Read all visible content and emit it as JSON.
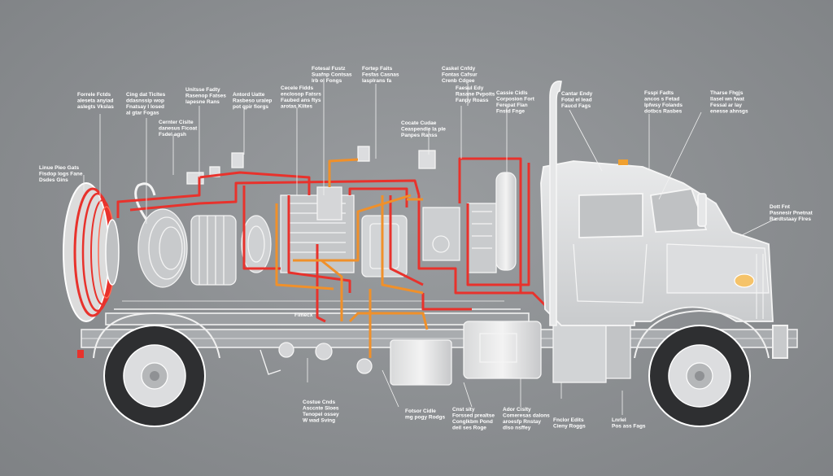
{
  "diagram": {
    "colors": {
      "background": "#8b8e91",
      "outline": "#f2f2f2",
      "red_line": "#e8322c",
      "orange_line": "#f0902a"
    },
    "callouts": [
      {
        "id": "c1",
        "lines": [
          "Forrele Fctds",
          "aleseta anyiad",
          "aslegts Vkslas"
        ]
      },
      {
        "id": "c2",
        "lines": [
          "Cing dat Ticltes",
          "ddasnssip wop",
          "Fnatsay l losed",
          "al gtar Fogas"
        ]
      },
      {
        "id": "c3",
        "lines": [
          "Unitsse Fadty",
          "Rasenop Fatses",
          "lapesne Rans"
        ]
      },
      {
        "id": "c4",
        "lines": [
          "Antord Uatte",
          "Rasbeso uralep",
          "pot qpir fiorgs"
        ]
      },
      {
        "id": "c5",
        "lines": [
          "Cecele Fidds",
          "enclosop Fatsrs",
          "Faubed ans ftys",
          "arotas Kiites"
        ]
      },
      {
        "id": "c6",
        "lines": [
          "Fotesal Fustz",
          "Suafnp Contsas",
          "lrb ol Fongs"
        ]
      },
      {
        "id": "c7",
        "lines": [
          "Fortep Faits",
          "Fesfas Casnas",
          "lasplrans fa"
        ]
      },
      {
        "id": "c8",
        "lines": [
          "Caskel Cnfdy",
          "Fontas Cafsur",
          "Crenb Cdgee"
        ]
      },
      {
        "id": "c9",
        "lines": [
          "Cocate Cudae",
          "Ceaspendie la ple",
          "Panpes Ranss"
        ]
      },
      {
        "id": "c10",
        "lines": [
          "Faesul Edy",
          "Rasane Pvpoits",
          "Fanpy Roass"
        ]
      },
      {
        "id": "c11",
        "lines": [
          "Cassie Cidls",
          "Corposion Fort",
          "Ferepat Flan",
          "Fnstd Fnge"
        ]
      },
      {
        "id": "c12",
        "lines": [
          "Cantar Endy",
          "Fotal el lead",
          "Faucd Fags"
        ]
      },
      {
        "id": "c13",
        "lines": [
          "Fsspi Fadts",
          "ancos s Fetad",
          "Ipfwsy Folands",
          "dotbcs Rasbes"
        ]
      },
      {
        "id": "c14",
        "lines": [
          "Tharse Fhgjs",
          "llasel wn fwat",
          "Fessal ar lay",
          "enesse ahnsgs"
        ]
      },
      {
        "id": "c15",
        "lines": [
          "Cernter Cislte",
          "danesus Ficoat",
          "Fsdel agsh"
        ]
      },
      {
        "id": "c16",
        "lines": [
          "Linue Pieo Gats",
          "Fisdop logs Fane",
          "Dsdes Gins"
        ]
      },
      {
        "id": "c17",
        "lines": [
          "Dott Fnt",
          "Pasnesir Pnetnat",
          "Rardtstaay Flres"
        ]
      },
      {
        "id": "c18",
        "lines": [
          "Fimecx"
        ]
      },
      {
        "id": "c19",
        "lines": [
          "Costue Cnds",
          "Asccnte Sloes",
          "Tenopel ossey",
          "W wad Sving"
        ]
      },
      {
        "id": "c20",
        "lines": [
          "Fotsor Cidle",
          "mg pogy Rodgs"
        ]
      },
      {
        "id": "c21",
        "lines": [
          "Cnst sity",
          "Forssed prealtse",
          "Conglkbm Pond",
          "deil ses Roge"
        ]
      },
      {
        "id": "c22",
        "lines": [
          "Ador Cislty",
          "Comeresas dalons",
          "aroesfp Rnstay",
          "dlso nsffey"
        ]
      },
      {
        "id": "c23",
        "lines": [
          "Fnclor Edits",
          "Cieny Roggs"
        ]
      },
      {
        "id": "c24",
        "lines": [
          "Lnrlel",
          "Pos ass Fags"
        ]
      }
    ]
  }
}
